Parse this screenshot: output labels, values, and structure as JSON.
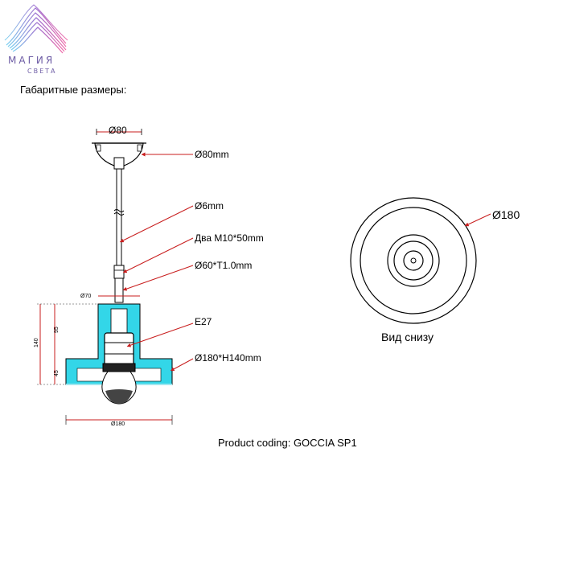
{
  "logo": {
    "name": "МАГИЯ",
    "sub": "СВЕТА"
  },
  "heading": "Габаритные размеры:",
  "side_view": {
    "canopy_width": "Ø80",
    "canopy_callout": "Ø80mm",
    "cable_callout": "Ø6mm",
    "screws_callout": "Два M10*50mm",
    "tube_callout": "Ø60*T1.0mm",
    "top_width": "Ø70",
    "height_total": "140",
    "height_upper": "95",
    "height_lower": "45",
    "socket_callout": "E27",
    "shade_callout": "Ø180*H140mm",
    "bottom_width": "Ø180"
  },
  "bottom_view": {
    "diameter": "Ø180",
    "caption": "Вид снизу"
  },
  "footer": "Product coding: GOCCIA SP1",
  "colors": {
    "glass": "#33d6e8",
    "dimension": "#c81e1e",
    "logo": "#6f5ea6"
  }
}
